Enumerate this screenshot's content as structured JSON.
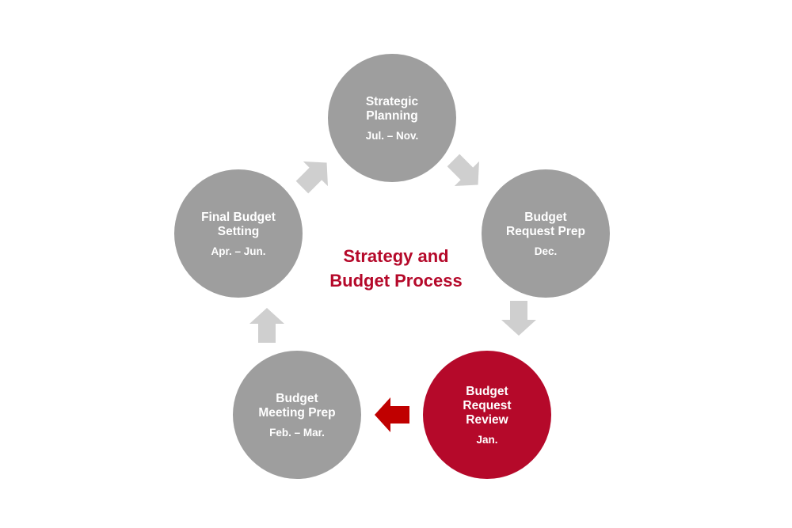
{
  "center": {
    "line1": "Strategy and",
    "line2": "Budget Process",
    "color": "#b5092a"
  },
  "stages": [
    {
      "title_lines": [
        "Strategic",
        "Planning"
      ],
      "dates": "Jul. – Nov.",
      "active": false
    },
    {
      "title_lines": [
        "Budget",
        "Request Prep"
      ],
      "dates": "Dec.",
      "active": false
    },
    {
      "title_lines": [
        "Budget",
        "Request",
        "Review"
      ],
      "dates": "Jan.",
      "active": true
    },
    {
      "title_lines": [
        "Budget",
        "Meeting Prep"
      ],
      "dates": "Feb. – Mar.",
      "active": false
    },
    {
      "title_lines": [
        "Final Budget",
        "Setting"
      ],
      "dates": "Apr. – Jun.",
      "active": false
    }
  ],
  "colors": {
    "inactive_node": "#9e9e9e",
    "active_node": "#b5092a",
    "inactive_arrow": "#cfcfcf",
    "active_arrow": "#c00000"
  },
  "arrows": [
    {
      "from": "Strategic Planning",
      "to": "Budget Request Prep",
      "active": false,
      "icon": "arrow-right-down"
    },
    {
      "from": "Budget Request Prep",
      "to": "Budget Request Review",
      "active": false,
      "icon": "arrow-down"
    },
    {
      "from": "Budget Request Review",
      "to": "Budget Meeting Prep",
      "active": true,
      "icon": "arrow-left"
    },
    {
      "from": "Budget Meeting Prep",
      "to": "Final Budget Setting",
      "active": false,
      "icon": "arrow-up"
    },
    {
      "from": "Final Budget Setting",
      "to": "Strategic Planning",
      "active": false,
      "icon": "arrow-right-up"
    }
  ]
}
